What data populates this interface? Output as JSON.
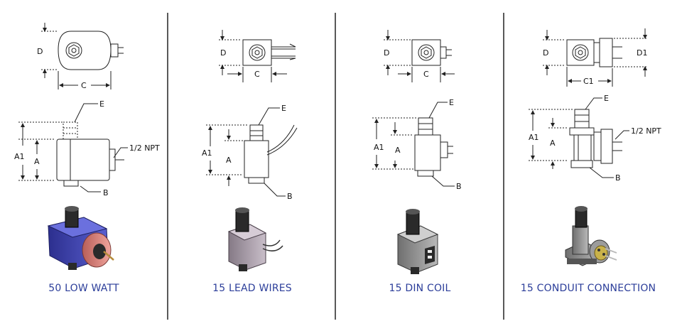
{
  "panels": [
    {
      "caption": "50 LOW WATT",
      "top_labels": {
        "d": "D",
        "c": "C"
      },
      "side_labels": {
        "a1": "A1",
        "a": "A",
        "e": "E",
        "b": "B",
        "npt": "1/2 NPT"
      },
      "render_colors": {
        "body": "#3b3fb0",
        "coil": "#d9786f",
        "fitting": "#1c1c1c"
      }
    },
    {
      "caption": "15 LEAD WIRES",
      "top_labels": {
        "d": "D",
        "c": "C"
      },
      "side_labels": {
        "a1": "A1",
        "a": "A",
        "e": "E",
        "b": "B"
      },
      "render_colors": {
        "body": "#a89ca8",
        "fitting": "#1c1c1c"
      }
    },
    {
      "caption": "15 DIN COIL",
      "top_labels": {
        "d": "D",
        "c": "C"
      },
      "side_labels": {
        "a1": "A1",
        "a": "A",
        "e": "E",
        "b": "B"
      },
      "render_colors": {
        "body": "#9c9c9c",
        "fitting": "#1c1c1c"
      }
    },
    {
      "caption": "15 CONDUIT CONNECTION",
      "top_labels": {
        "d": "D",
        "d1": "D1",
        "c1": "C1"
      },
      "side_labels": {
        "a1": "A1",
        "a": "A",
        "e": "E",
        "b": "B",
        "npt": "1/2 NPT"
      },
      "render_colors": {
        "body": "#9a9a9a",
        "accent": "#c9b24a",
        "fitting": "#1c1c1c"
      }
    }
  ]
}
